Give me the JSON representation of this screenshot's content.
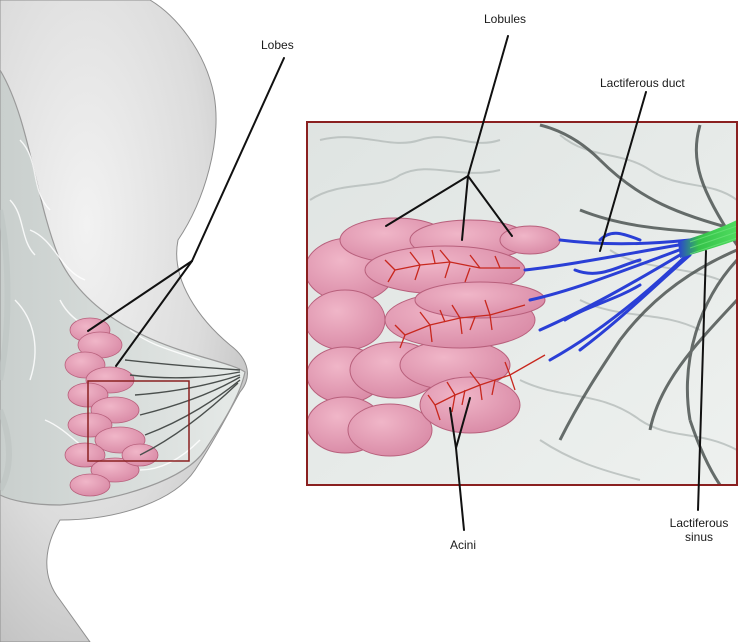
{
  "labels": {
    "lobes": "Lobes",
    "lobules": "Lobules",
    "lactiferous_duct": "Lactiferous duct",
    "lactiferous_sinus_line1": "Lactiferous",
    "lactiferous_sinus_line2": "sinus",
    "acini": "Acini"
  },
  "colors": {
    "lobule_pink": "#e39ab2",
    "lobule_outline": "#b8607c",
    "acini_red": "#c8281e",
    "duct_blue": "#2a3fd6",
    "sinus_green": "#35c24a",
    "frame_red": "#8a2020",
    "tissue_gray": "#d9dedc",
    "background_white": "#ffffff"
  }
}
